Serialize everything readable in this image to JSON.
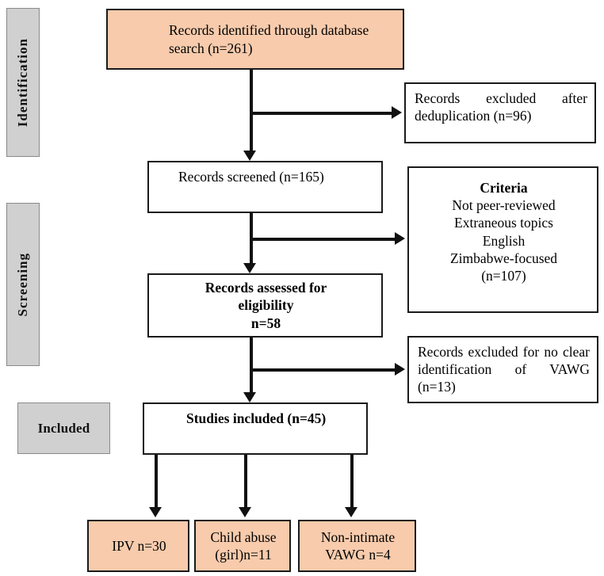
{
  "diagram": {
    "type": "prisma-flow-diagram",
    "colors": {
      "box_fill_highlight": "#F7CBAC",
      "box_fill_plain": "#FFFFFF",
      "stage_label_fill": "#D0D0D0",
      "stroke": "#1A1A1A"
    },
    "stages": [
      {
        "id": "identification",
        "label": "Identification",
        "orientation": "vertical"
      },
      {
        "id": "screening",
        "label": "Screening",
        "orientation": "vertical"
      },
      {
        "id": "included",
        "label": "Included",
        "orientation": "horizontal"
      }
    ],
    "nodes": {
      "records_identified": {
        "text": "Records identified through database search (n=261)",
        "n": 261,
        "fill": "highlight"
      },
      "records_excluded_dedup": {
        "text": "Records excluded after deduplication (n=96)",
        "n": 96,
        "fill": "plain"
      },
      "records_screened": {
        "text": "Records screened (n=165)",
        "n": 165,
        "fill": "plain"
      },
      "criteria": {
        "heading": "Criteria",
        "items": [
          "Not peer-reviewed",
          "Extraneous topics",
          "English",
          "Zimbabwe-focused"
        ],
        "count_text": "(n=107)",
        "n": 107,
        "fill": "plain"
      },
      "records_assessed": {
        "line1": "Records assessed for",
        "line2": "eligibility",
        "line3": "n=58",
        "n": 58,
        "fill": "plain"
      },
      "records_excluded_vawg": {
        "text": "Records excluded for no clear identification of VAWG (n=13)",
        "n": 13,
        "fill": "plain"
      },
      "studies_included": {
        "text": "Studies included (n=45)",
        "n": 45,
        "fill": "plain"
      },
      "outcome_ipv": {
        "line1": "IPV n=30",
        "line2": "",
        "n": 30,
        "fill": "highlight"
      },
      "outcome_child_abuse": {
        "line1": "Child abuse",
        "line2": "(girl)n=11",
        "n": 11,
        "fill": "highlight"
      },
      "outcome_non_intimate": {
        "line1": "Non-intimate",
        "line2": "VAWG n=4",
        "n": 4,
        "fill": "highlight"
      }
    }
  }
}
